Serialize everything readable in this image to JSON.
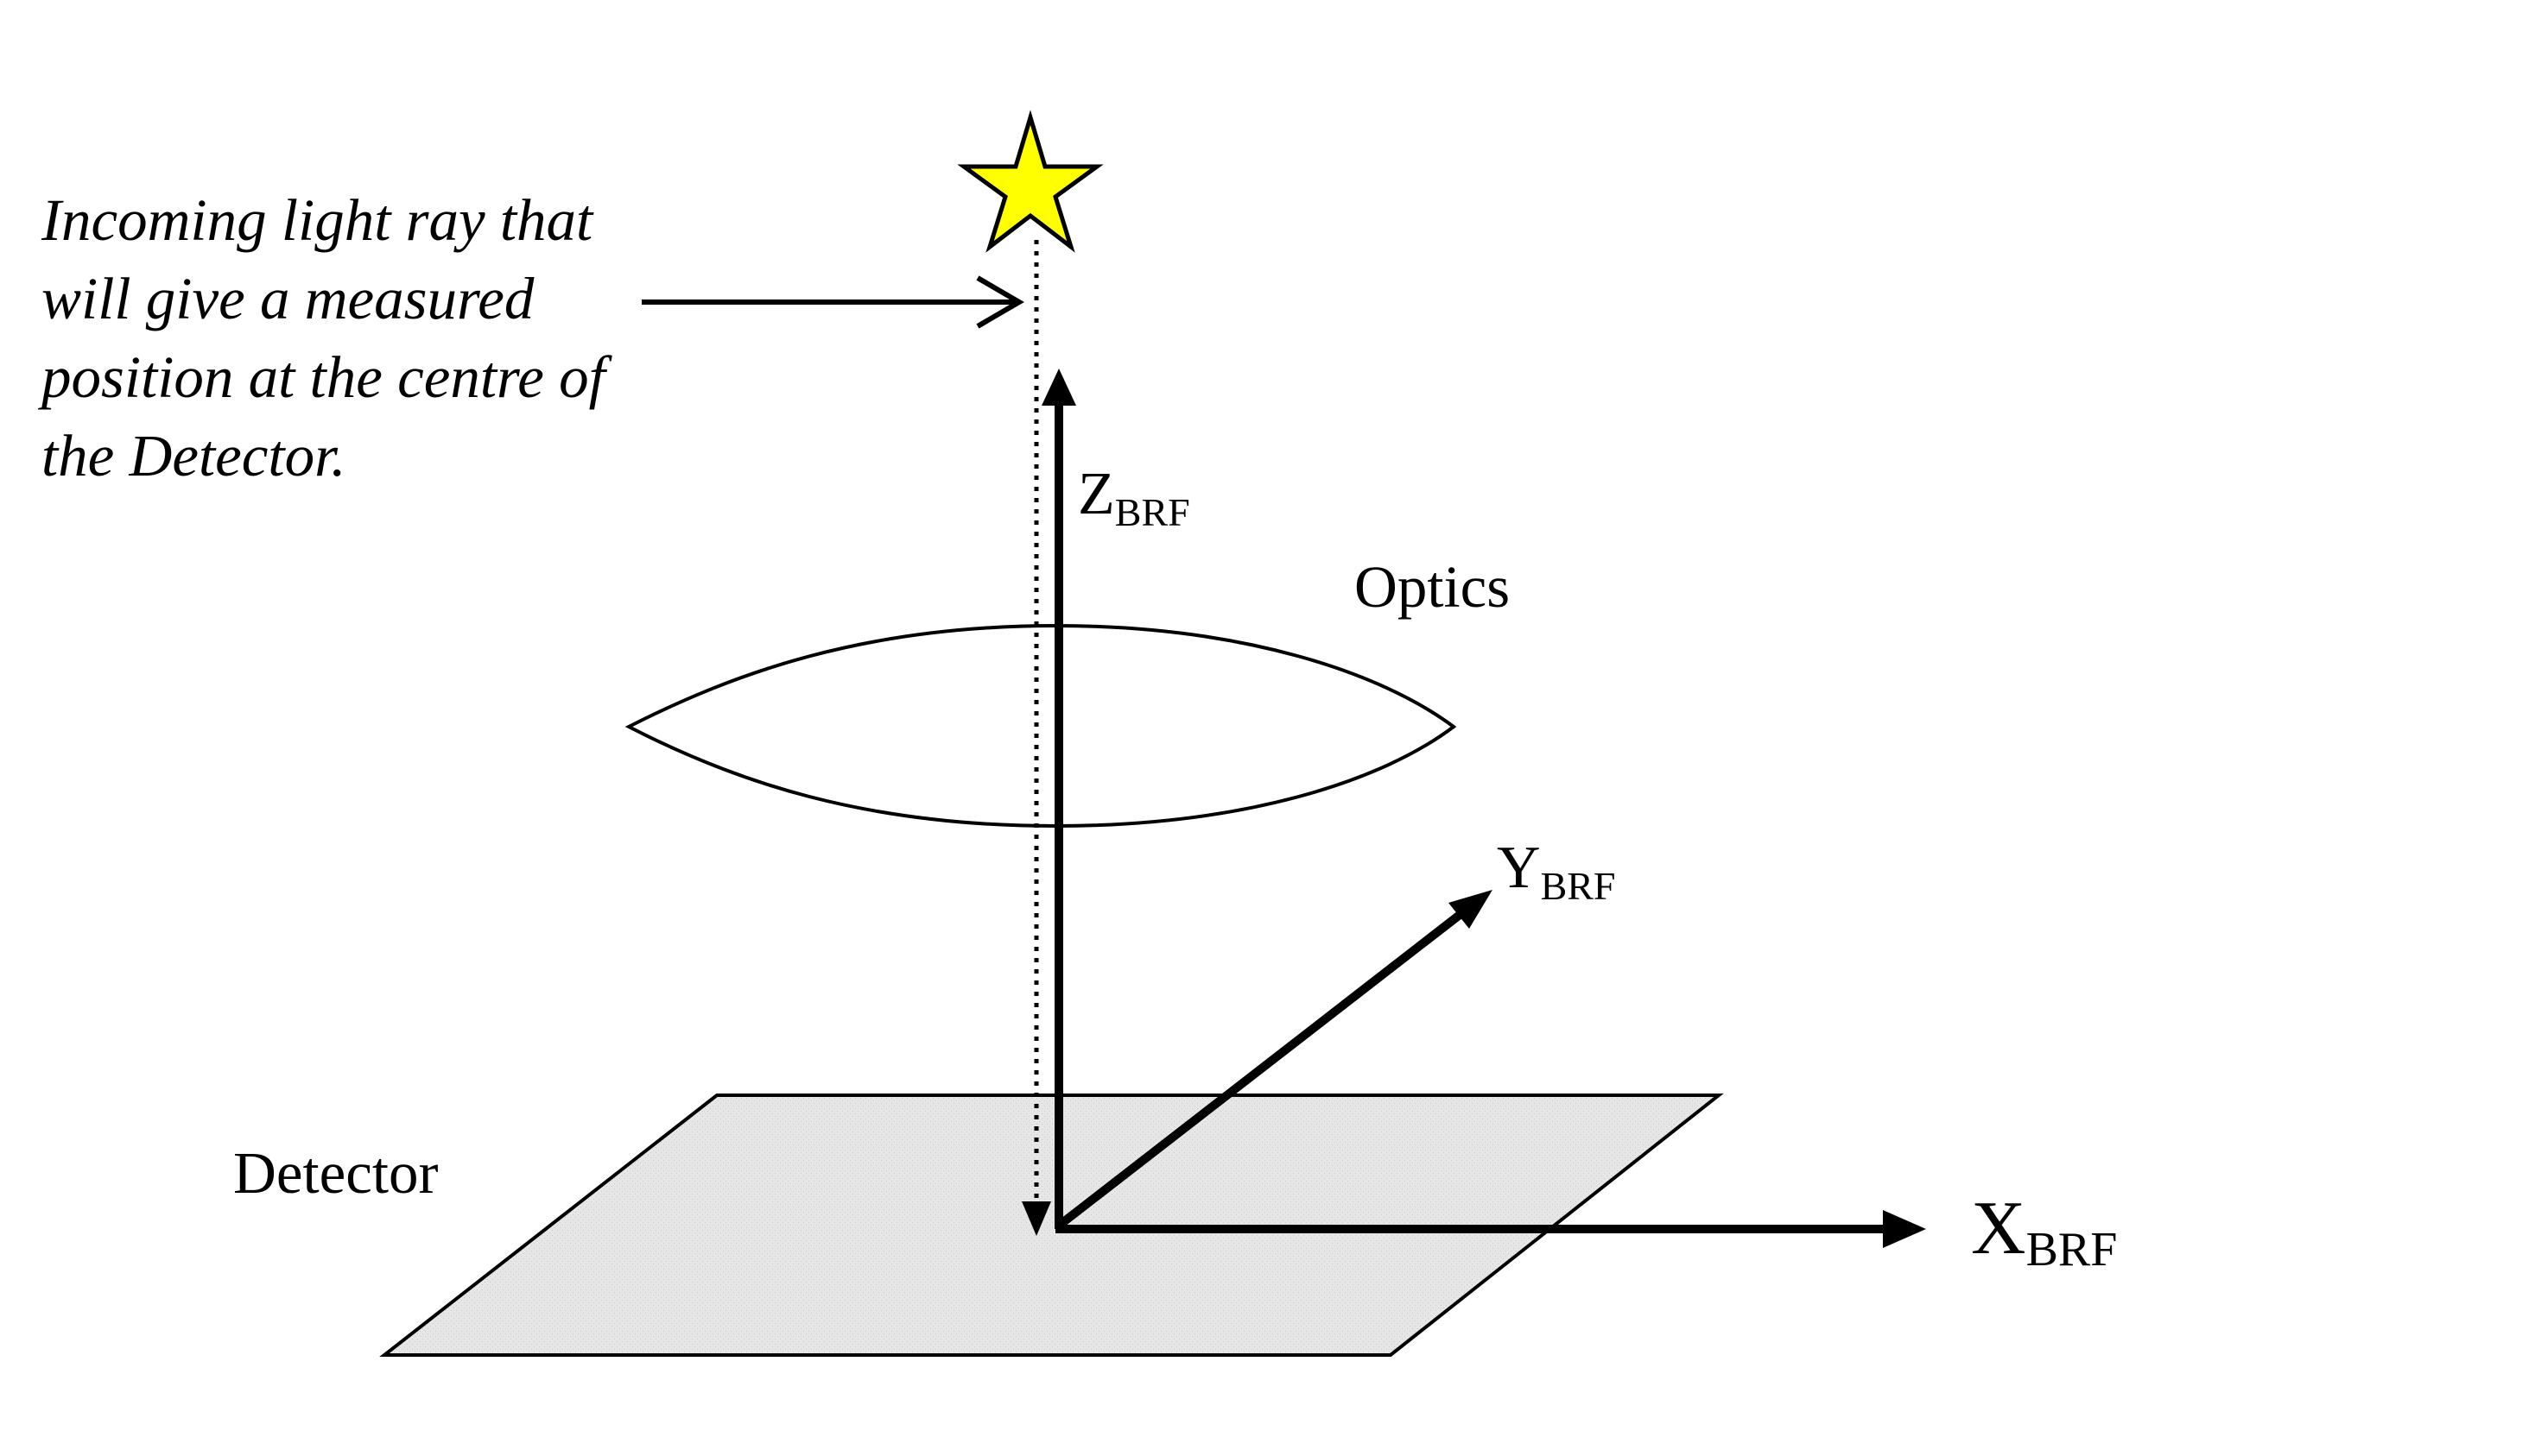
{
  "caption": {
    "lines": [
      "Incoming light ray that",
      "will give a measured",
      "position at the centre of",
      "the Detector."
    ]
  },
  "labels": {
    "optics": "Optics",
    "detector": "Detector"
  },
  "axes": {
    "z": {
      "main": "Z",
      "sub": "BRF"
    },
    "y": {
      "main": "Y",
      "sub": "BRF"
    },
    "x": {
      "main": "X",
      "sub": "BRF"
    }
  },
  "colors": {
    "star_fill": "#FFFF00",
    "detector_fill": "#E4E4E4",
    "stroke": "#000000"
  },
  "icons": {
    "source": "star-icon"
  }
}
